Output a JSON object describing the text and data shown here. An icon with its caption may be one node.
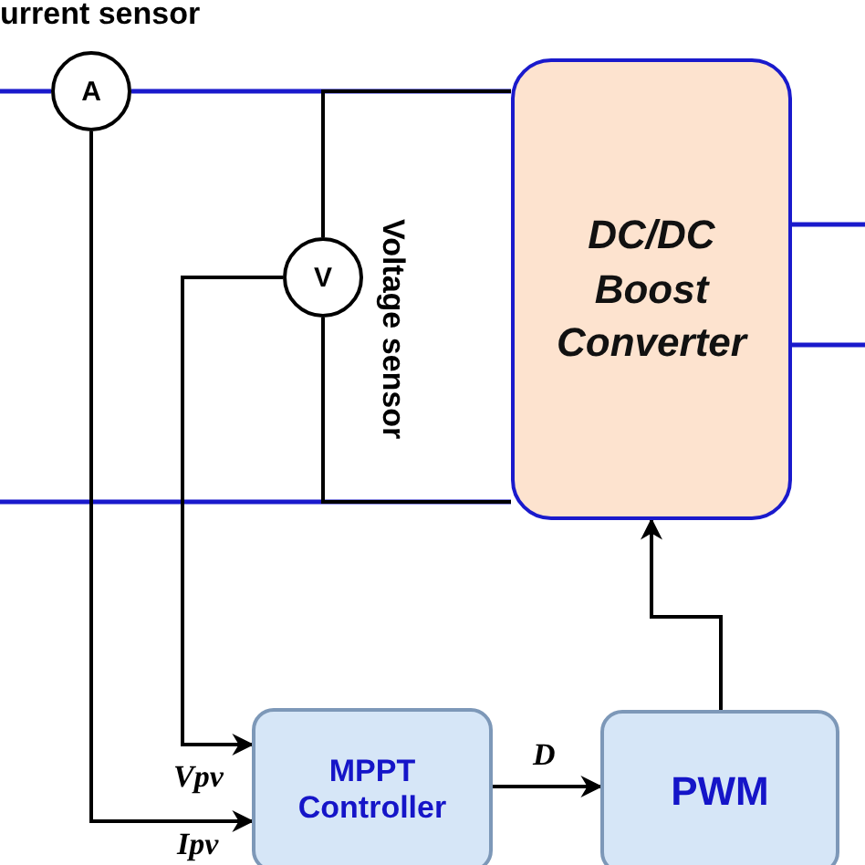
{
  "diagram": {
    "nodes": [
      {
        "text": [
          "A"
        ],
        "beside": [
          "urrent sensor"
        ]
      },
      {
        "text": [
          "V"
        ],
        "beside": [
          "Voltage sensor"
        ]
      },
      {
        "text": [
          "DC/DC Boost Converter"
        ]
      },
      {
        "text": [
          "MPPT Controller"
        ]
      },
      {
        "text": [
          "PWM"
        ]
      }
    ],
    "edges": [
      {
        "from": null,
        "to": 0,
        "arrow": "none",
        "color": "#1a1acc"
      },
      {
        "from": 0,
        "to": 2,
        "arrow": "none",
        "color": "#1a1acc"
      },
      {
        "from": null,
        "to": 2,
        "arrow": "none",
        "color": "#1a1acc"
      },
      {
        "from": 2,
        "to": null,
        "arrow": "none",
        "color": "#1a1acc"
      },
      {
        "from": 2,
        "to": null,
        "arrow": "none",
        "color": "#1a1acc"
      },
      {
        "from": 1,
        "to": 2,
        "arrow": "none"
      },
      {
        "from": 1,
        "to": 2,
        "arrow": "none"
      },
      {
        "from": 1,
        "to": 3,
        "arrow": "to",
        "label": "Vpv"
      },
      {
        "from": 0,
        "to": 3,
        "arrow": "to",
        "label": "Ipv"
      },
      {
        "from": 3,
        "to": 4,
        "arrow": "to",
        "label": "D"
      },
      {
        "from": 4,
        "to": 2,
        "arrow": "to"
      }
    ]
  }
}
